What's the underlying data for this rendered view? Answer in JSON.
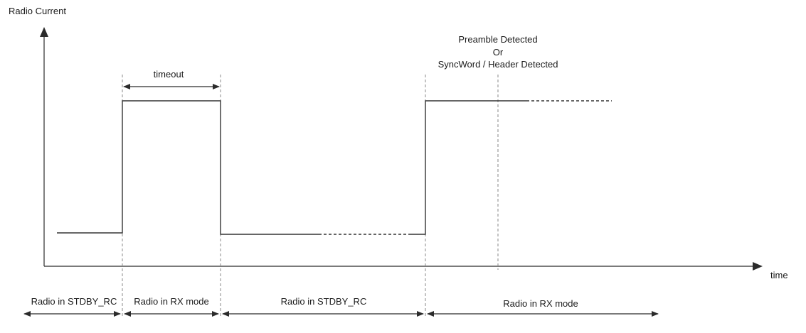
{
  "axes": {
    "y_label": "Radio Current",
    "x_label": "time"
  },
  "annotations": {
    "timeout": "timeout",
    "detect_line1": "Preamble Detected",
    "detect_line2": "Or",
    "detect_line3": "SyncWord / Header Detected"
  },
  "phases": [
    {
      "label": "Radio in STDBY_RC"
    },
    {
      "label": "Radio in RX mode"
    },
    {
      "label": "Radio in STDBY_RC"
    },
    {
      "label": "Radio in RX mode"
    }
  ],
  "colors": {
    "axis": "#2b2b2b",
    "signal": "#333333",
    "guide": "#8a8a8a"
  }
}
